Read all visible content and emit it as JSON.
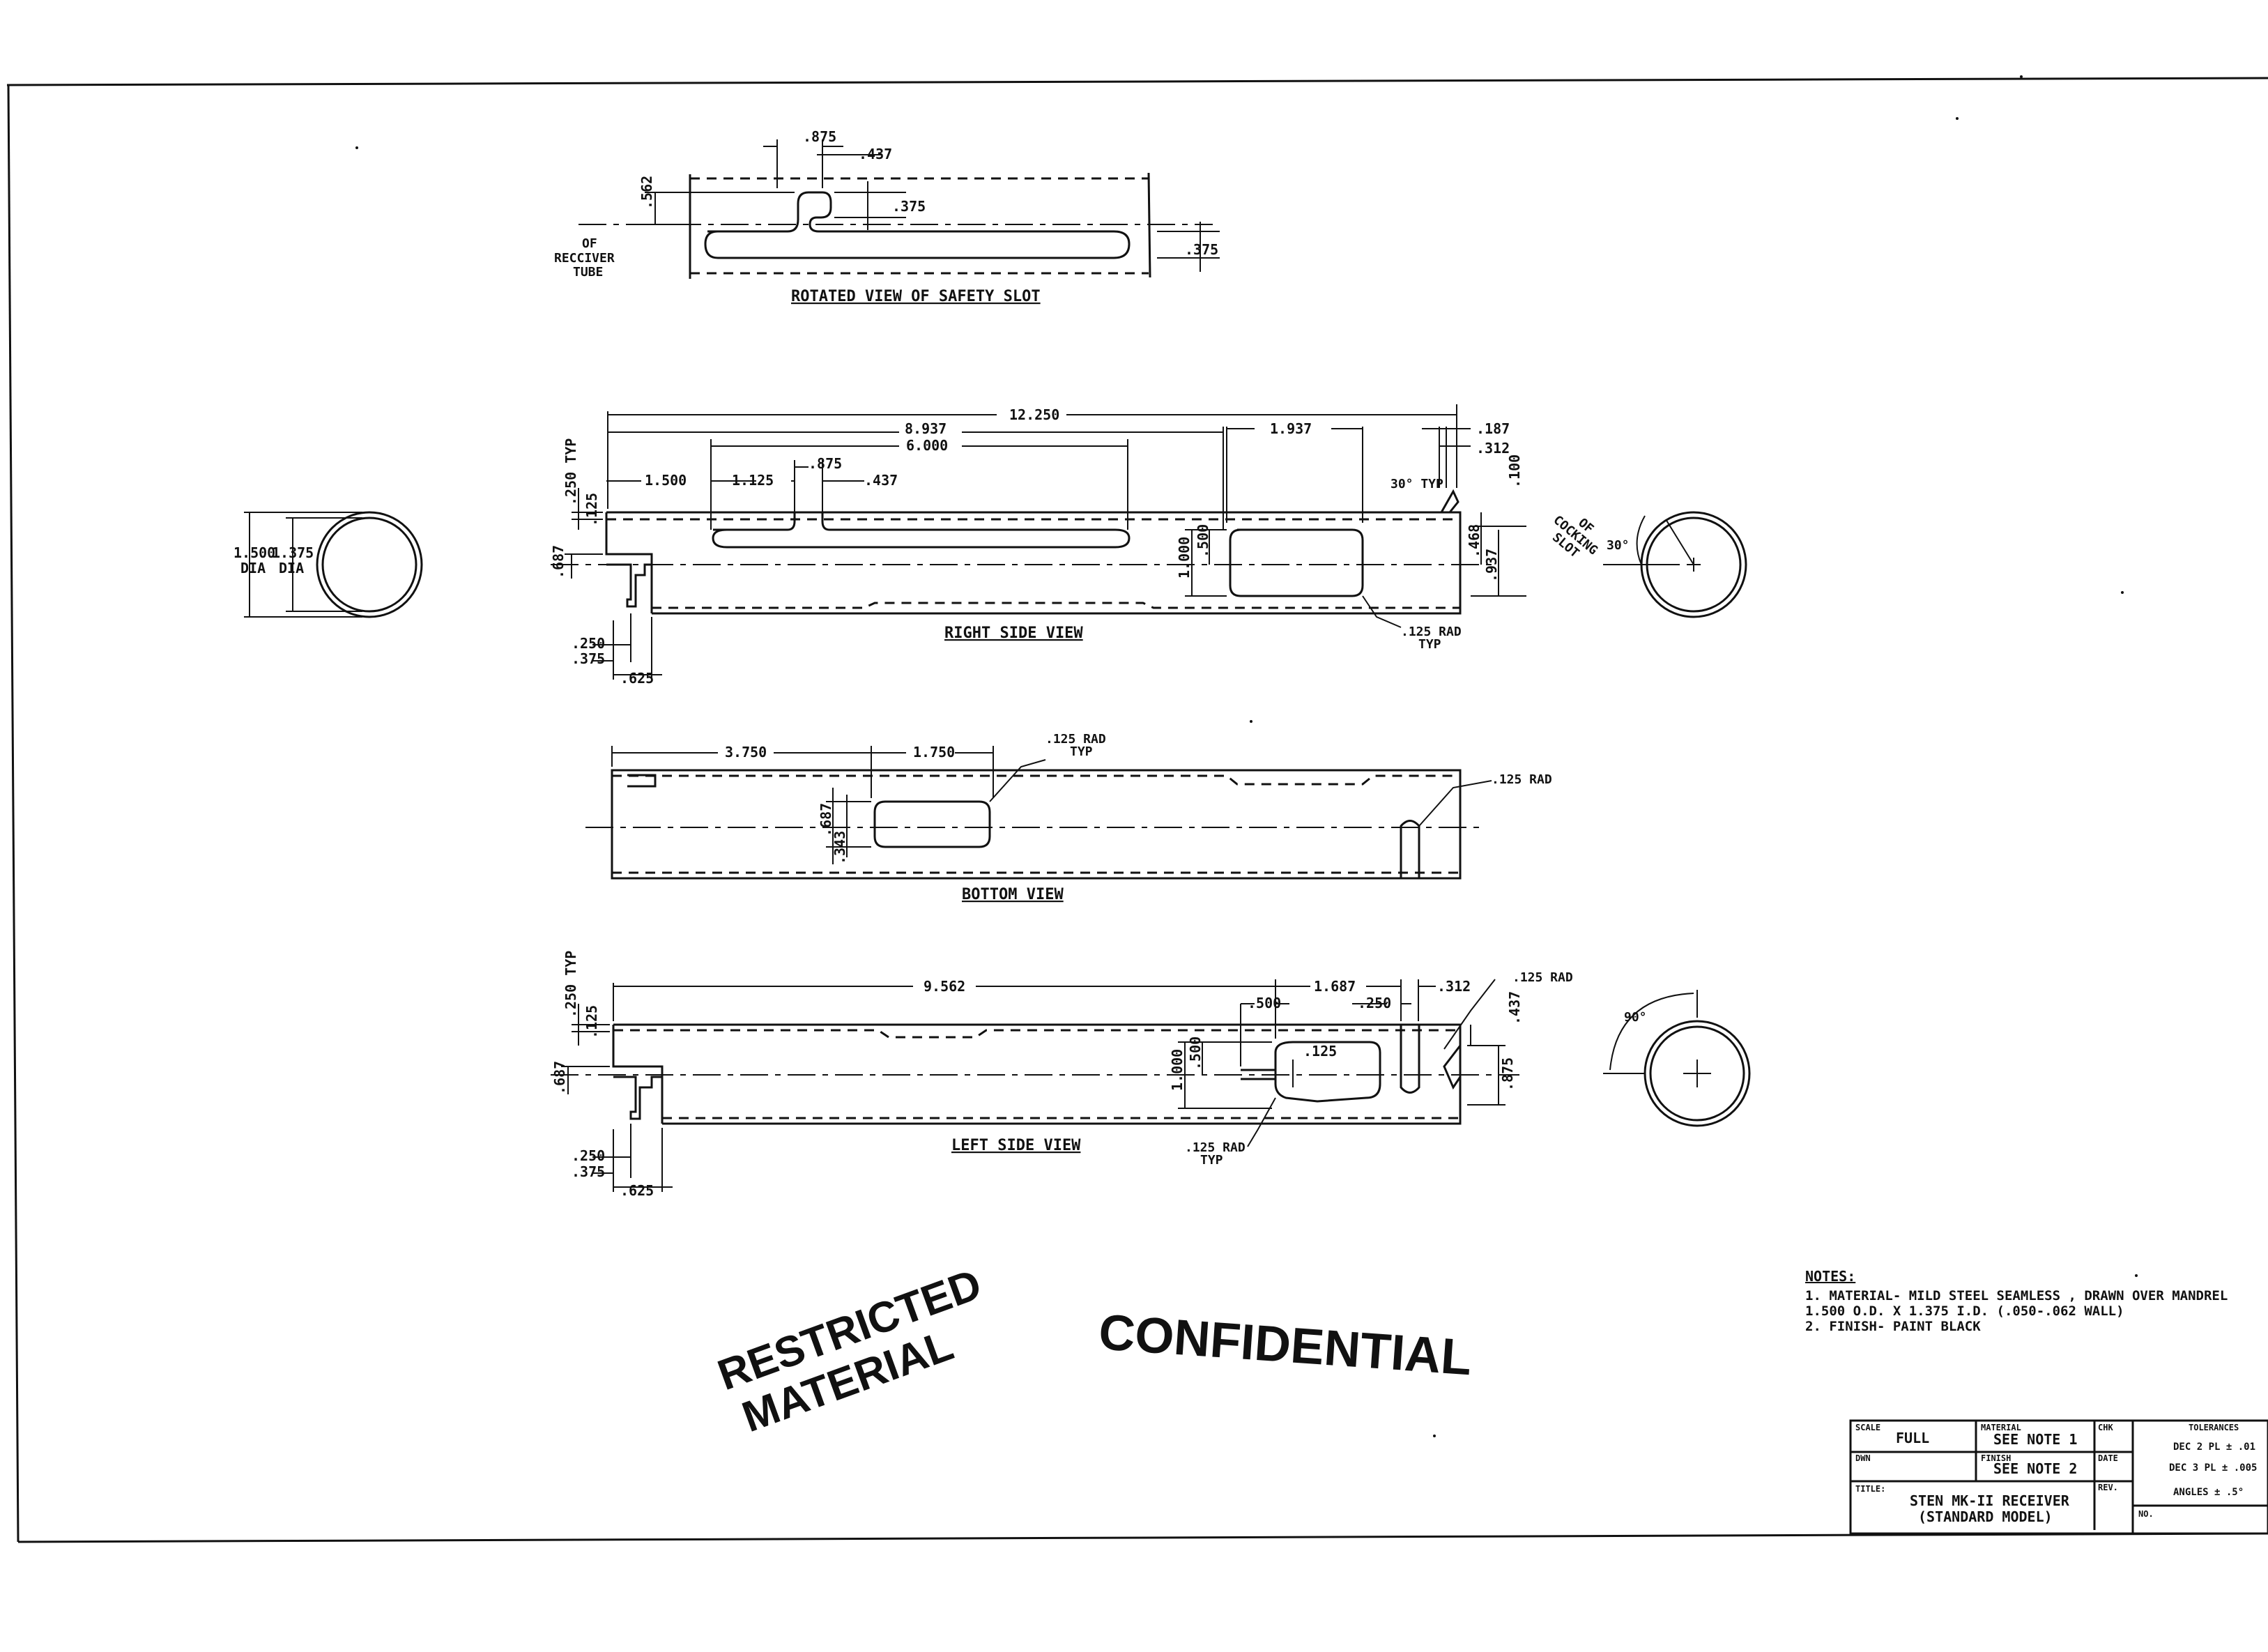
{
  "views": {
    "safety": {
      "title": "ROTATED VIEW OF SAFETY SLOT",
      "dims": [
        ".875",
        ".437",
        ".562",
        ".375",
        ".375"
      ],
      "tube_label": [
        "OF",
        "RECCIVER",
        "TUBE"
      ]
    },
    "right": {
      "title": "RIGHT SIDE VIEW",
      "dims": [
        "12.250",
        "8.937",
        "6.000",
        "1.937",
        ".187",
        ".312",
        "1.500",
        "1.125",
        ".875",
        ".437",
        ".250 TYP",
        ".125",
        ".687",
        ".250",
        ".375",
        ".625",
        "1.000",
        ".500",
        ".468",
        ".937",
        ".100",
        "30° TYP"
      ],
      "rad_note": [
        ".125 RAD",
        "TYP"
      ]
    },
    "end_left": {
      "od": "1.500",
      "od_unit": "DIA",
      "id": "1.375",
      "id_unit": "DIA"
    },
    "end_right": {
      "angle": "30°",
      "label": [
        "OF",
        "COCKING",
        "SLOT"
      ]
    },
    "bottom": {
      "title": "BOTTOM VIEW",
      "dims": [
        "3.750",
        "1.750",
        ".687",
        ".343"
      ],
      "rad_note": [
        ".125 RAD",
        "TYP"
      ],
      "rad_note2": ".125 RAD"
    },
    "left": {
      "title": "LEFT SIDE VIEW",
      "dims": [
        "9.562",
        "1.687",
        ".312",
        ".500",
        ".250",
        ".125",
        ".250 TYP",
        ".125",
        ".687",
        "1.000",
        ".500",
        ".437",
        ".875",
        ".250",
        ".375",
        ".625"
      ],
      "rad_top": ".125 RAD",
      "rad_note": [
        ".125 RAD",
        "TYP"
      ]
    },
    "end_left_view": {
      "angle": "90°"
    }
  },
  "stamps": {
    "restricted_1": "RESTRICTED",
    "restricted_2": "MATERIAL",
    "confidential": "CONFIDENTIAL"
  },
  "notes": {
    "heading": "NOTES:",
    "lines": [
      "1. MATERIAL- MILD STEEL SEAMLESS , DRAWN OVER MANDREL",
      "   1.500 O.D. X 1.375 I.D. (.050-.062 WALL)",
      "2. FINISH- PAINT BLACK"
    ]
  },
  "title_block": {
    "scale_label": "SCALE",
    "scale_value": "FULL",
    "material_label": "MATERIAL",
    "material_value": "SEE NOTE 1",
    "dwn_label": "DWN",
    "finish_label": "FINISH",
    "finish_value": "SEE NOTE 2",
    "chk_label": "CHK",
    "date_label": "DATE",
    "rev_label": "REV.",
    "title_label": "TITLE:",
    "title_1": "STEN MK-II RECEIVER",
    "title_2": "(STANDARD MODEL)",
    "tol_heading": "TOLERANCES",
    "tol_1": "DEC 2 PL ± .01",
    "tol_2": "DEC 3 PL ± .005",
    "tol_3": "ANGLES ± .5°",
    "no_label": "NO."
  }
}
